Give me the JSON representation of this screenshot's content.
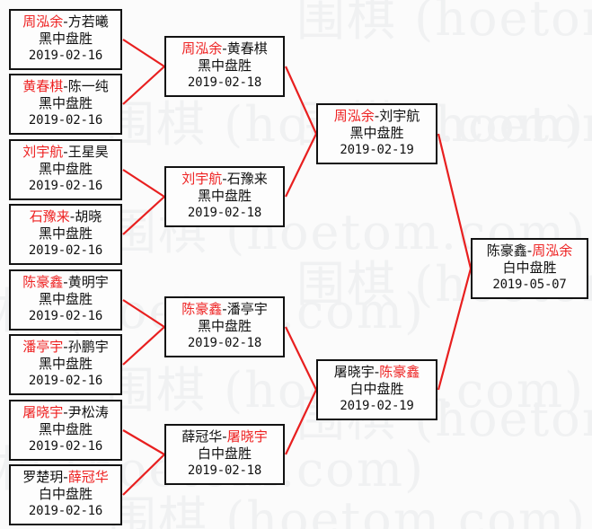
{
  "diagram": {
    "title": "Go tournament knockout bracket",
    "watermark_text": "围棋 (hoetom.com)",
    "colors": {
      "winner": "#ee2222",
      "connector": "#e81f1f",
      "box_border": "#121212",
      "background": "#fbfbfb",
      "watermark": "#f0f1f2"
    }
  },
  "rounds": [
    {
      "name": "round-1",
      "matches": [
        {
          "id": "r1m1",
          "player_left": "周泓余",
          "player_right": "方若曦",
          "separator": "-",
          "winner_side": "left",
          "result": "黑中盘胜",
          "date": "2019-02-16"
        },
        {
          "id": "r1m2",
          "player_left": "黄春棋",
          "player_right": "陈一纯",
          "separator": "-",
          "winner_side": "left",
          "result": "黑中盘胜",
          "date": "2019-02-16"
        },
        {
          "id": "r1m3",
          "player_left": "刘宇航",
          "player_right": "王星昊",
          "separator": "-",
          "winner_side": "left",
          "result": "黑中盘胜",
          "date": "2019-02-16"
        },
        {
          "id": "r1m4",
          "player_left": "石豫来",
          "player_right": "胡晓",
          "separator": "-",
          "winner_side": "left",
          "result": "黑中盘胜",
          "date": "2019-02-16"
        },
        {
          "id": "r1m5",
          "player_left": "陈豪鑫",
          "player_right": "黄明宇",
          "separator": "-",
          "winner_side": "left",
          "result": "黑中盘胜",
          "date": "2019-02-16"
        },
        {
          "id": "r1m6",
          "player_left": "潘亭宇",
          "player_right": "孙鹏宇",
          "separator": "-",
          "winner_side": "left",
          "result": "黑中盘胜",
          "date": "2019-02-16"
        },
        {
          "id": "r1m7",
          "player_left": "屠晓宇",
          "player_right": "尹松涛",
          "separator": "-",
          "winner_side": "left",
          "result": "黑中盘胜",
          "date": "2019-02-16"
        },
        {
          "id": "r1m8",
          "player_left": "罗楚玥",
          "player_right": "薛冠华",
          "separator": "-",
          "winner_side": "right",
          "result": "白中盘胜",
          "date": "2019-02-16"
        }
      ]
    },
    {
      "name": "round-2",
      "matches": [
        {
          "id": "r2m1",
          "player_left": "周泓余",
          "player_right": "黄春棋",
          "separator": "-",
          "winner_side": "left",
          "result": "黑中盘胜",
          "date": "2019-02-18"
        },
        {
          "id": "r2m2",
          "player_left": "刘宇航",
          "player_right": "石豫来",
          "separator": "-",
          "winner_side": "left",
          "result": "黑中盘胜",
          "date": "2019-02-18"
        },
        {
          "id": "r2m3",
          "player_left": "陈豪鑫",
          "player_right": "潘亭宇",
          "separator": "-",
          "winner_side": "left",
          "result": "黑中盘胜",
          "date": "2019-02-18"
        },
        {
          "id": "r2m4",
          "player_left": "薛冠华",
          "player_right": "屠晓宇",
          "separator": "-",
          "winner_side": "right",
          "result": "白中盘胜",
          "date": "2019-02-18"
        }
      ]
    },
    {
      "name": "round-3",
      "matches": [
        {
          "id": "r3m1",
          "player_left": "周泓余",
          "player_right": "刘宇航",
          "separator": "-",
          "winner_side": "left",
          "result": "黑中盘胜",
          "date": "2019-02-19"
        },
        {
          "id": "r3m2",
          "player_left": "屠晓宇",
          "player_right": "陈豪鑫",
          "separator": "-",
          "winner_side": "right",
          "result": "白中盘胜",
          "date": "2019-02-19"
        }
      ]
    },
    {
      "name": "final",
      "matches": [
        {
          "id": "r4m1",
          "player_left": "陈豪鑫",
          "player_right": "周泓余",
          "separator": "-",
          "winner_side": "right",
          "result": "白中盘胜",
          "date": "2019-05-07"
        }
      ]
    }
  ]
}
